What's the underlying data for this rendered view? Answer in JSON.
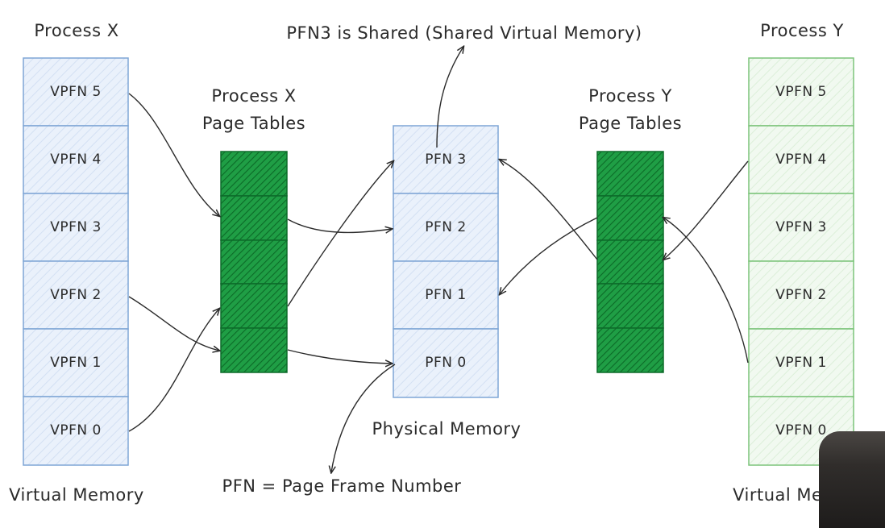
{
  "title": "PFN3 is Shared (Shared Virtual Memory)",
  "process_x": {
    "title": "Process X",
    "footer": "Virtual Memory",
    "pages": [
      "VPFN 5",
      "VPFN 4",
      "VPFN 3",
      "VPFN 2",
      "VPFN 1",
      "VPFN 0"
    ],
    "page_table_title_line1": "Process X",
    "page_table_title_line2": "Page Tables"
  },
  "process_y": {
    "title": "Process Y",
    "footer": "Virtual Memory",
    "pages": [
      "VPFN 5",
      "VPFN 4",
      "VPFN 3",
      "VPFN 2",
      "VPFN 1",
      "VPFN 0"
    ],
    "page_table_title_line1": "Process Y",
    "page_table_title_line2": "Page Tables"
  },
  "physical_memory": {
    "title": "Physical Memory",
    "frames": [
      "PFN 3",
      "PFN 2",
      "PFN 1",
      "PFN 0"
    ]
  },
  "legend_note": "PFN = Page Frame Number",
  "colors": {
    "blue_stroke": "#7fa6d6",
    "blue_fill": "#e8f0fb",
    "green_stroke": "#7cc47a",
    "green_fill": "#eef8ed",
    "table_green": "#1a9a41",
    "table_dark": "#0d6b2a",
    "arrow": "#2b2b2b"
  }
}
